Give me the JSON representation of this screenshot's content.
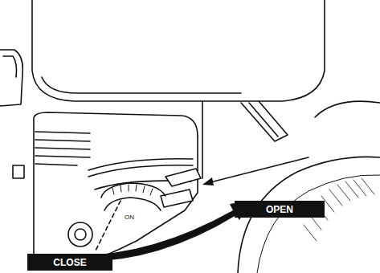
{
  "diagram": {
    "nodes": [
      {
        "text": [
          "OPEN"
        ]
      },
      {
        "text": [
          "CLOSE"
        ]
      }
    ],
    "labels": [
      "ON"
    ]
  }
}
